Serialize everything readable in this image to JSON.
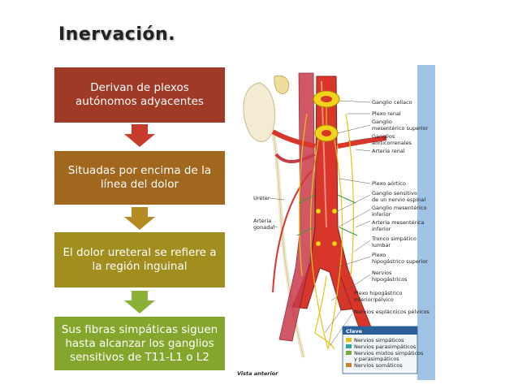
{
  "title": "Inervación.",
  "flow": [
    {
      "text": "Derivan de plexos autónomos adyacentes",
      "color": "#9e3a26"
    },
    {
      "text": "Situadas por encima de la línea del dolor",
      "color": "#a1671e"
    },
    {
      "text": "El dolor ureteral se refiere a la región inguinal",
      "color": "#a18e1e"
    },
    {
      "text": "Sus fibras simpáticas siguen hasta alcanzar los ganglios sensitivos de T11-L1 o L2",
      "color": "#85a62c"
    }
  ],
  "arrow_colors": [
    "#c63b2b",
    "#b58a22",
    "#8ab038"
  ],
  "illustration": {
    "labels_right": [
      "Ganglio celíaco",
      "Plexo renal",
      "Ganglio",
      "mesentérico superior",
      "Ganglios",
      "aorticorrenales",
      "Arteria renal",
      "Plexo aórtico",
      "Ganglio sensitivo",
      "de un nervio espinal",
      "Ganglio mesentérico",
      "inferior",
      "Arteria mesentérica",
      "inferior",
      "Tronco simpático",
      "lumbar",
      "Plexo",
      "hipogástrico superior",
      "Nervios",
      "hipogástricos",
      "Plexo hipogástrico",
      "inferior/pélvico",
      "Nervios esplácnicos pélvicos"
    ],
    "labels_left": [
      "Uréter",
      "Arteria",
      "gonadal"
    ],
    "caption": "Vista anterior",
    "key": {
      "title": "Clave",
      "items": [
        {
          "label": "Nervios simpáticos",
          "color": "#e0c21a"
        },
        {
          "label": "Nervios parasimpáticos",
          "color": "#2aa7a0"
        },
        {
          "label": "Nervios mixtos simpáticos",
          "color": "#6fae3a"
        },
        {
          "label": "y parasimpáticos",
          "color": ""
        },
        {
          "label": "Nervios somáticos",
          "color": "#c8822a"
        }
      ]
    }
  }
}
